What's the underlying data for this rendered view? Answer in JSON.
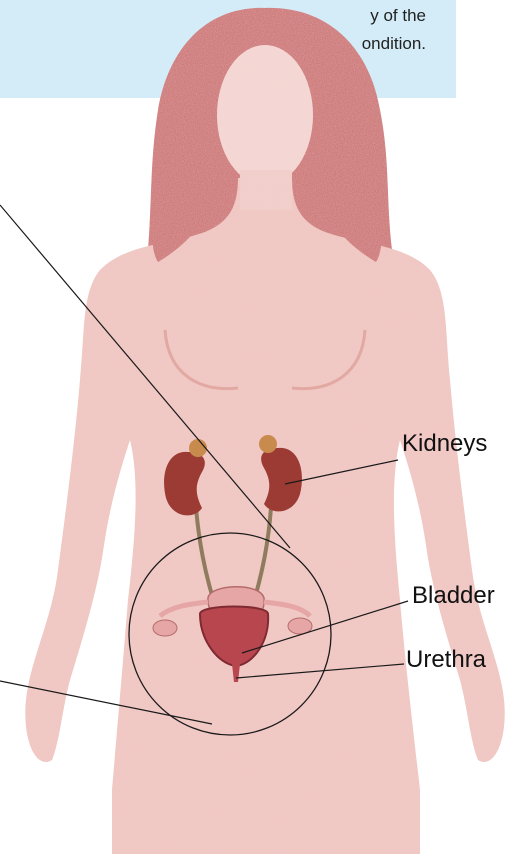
{
  "callout": {
    "line1": "y of the",
    "line2": "ondition."
  },
  "labels": {
    "kidneys": "Kidneys",
    "bladder": "Bladder",
    "urethra": "Urethra"
  },
  "colors": {
    "callout_bg": "#d3ecf8",
    "hair": "#c96b6b",
    "skin": "#f1c9c4",
    "kidney": "#9c3b34",
    "bladder": "#b8464f",
    "reproductive": "#e6a6a6"
  }
}
